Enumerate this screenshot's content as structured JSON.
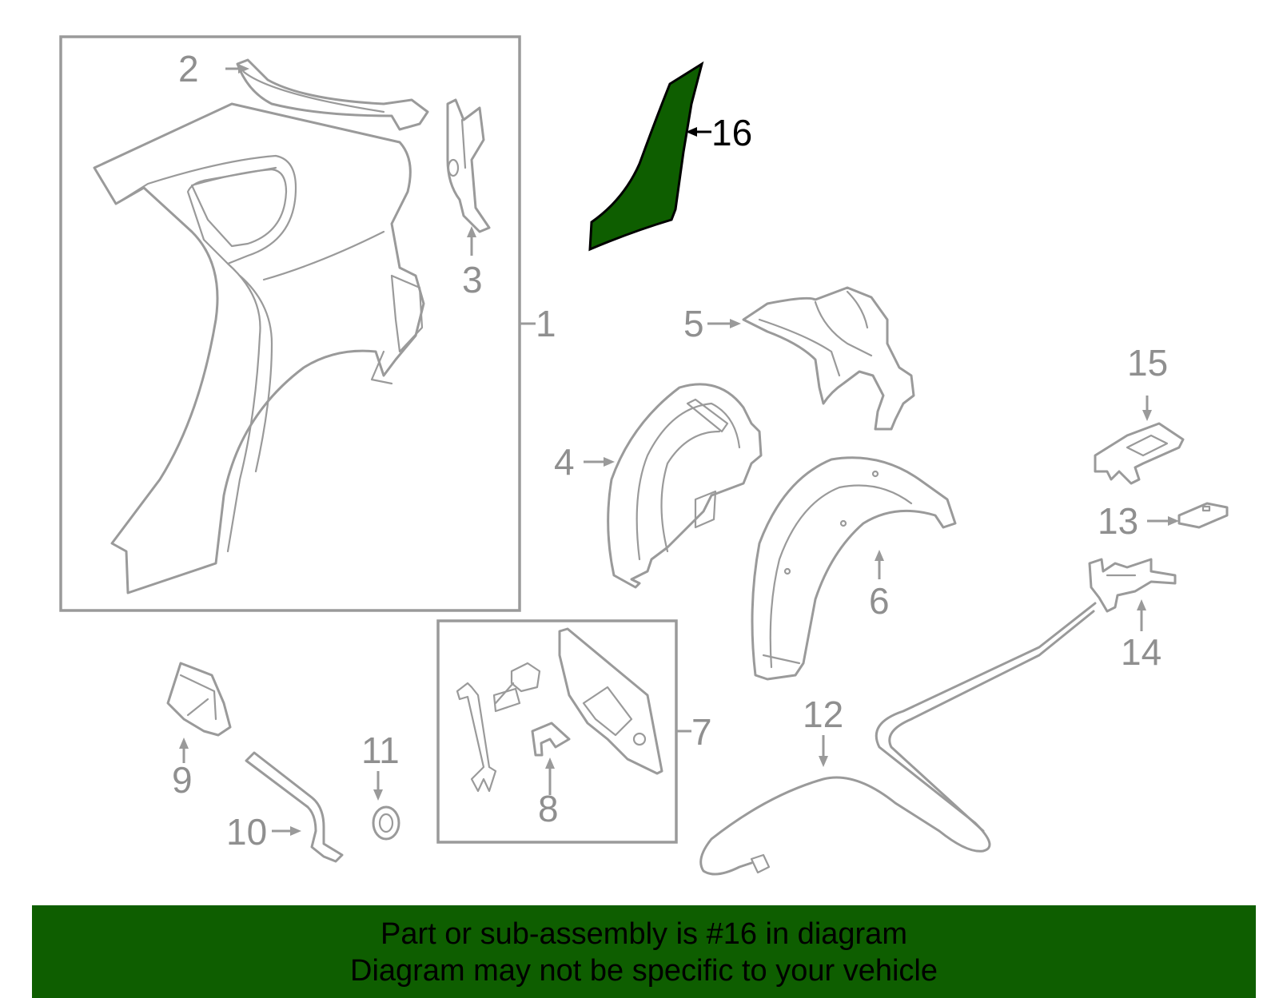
{
  "colors": {
    "highlight": "#0e5e00",
    "line": "#9a9a9a",
    "label": "#8f8f8f",
    "banner_bg": "#0e5e00",
    "banner_text": "#000000"
  },
  "highlighted_part": "16",
  "callouts": {
    "c1": "1",
    "c2": "2",
    "c3": "3",
    "c4": "4",
    "c5": "5",
    "c6": "6",
    "c7": "7",
    "c8": "8",
    "c9": "9",
    "c10": "10",
    "c11": "11",
    "c12": "12",
    "c13": "13",
    "c14": "14",
    "c15": "15",
    "c16": "16"
  },
  "banner": {
    "line1": "Part or sub-assembly is #16 in diagram",
    "line2": "Diagram may not be specific to your vehicle"
  }
}
